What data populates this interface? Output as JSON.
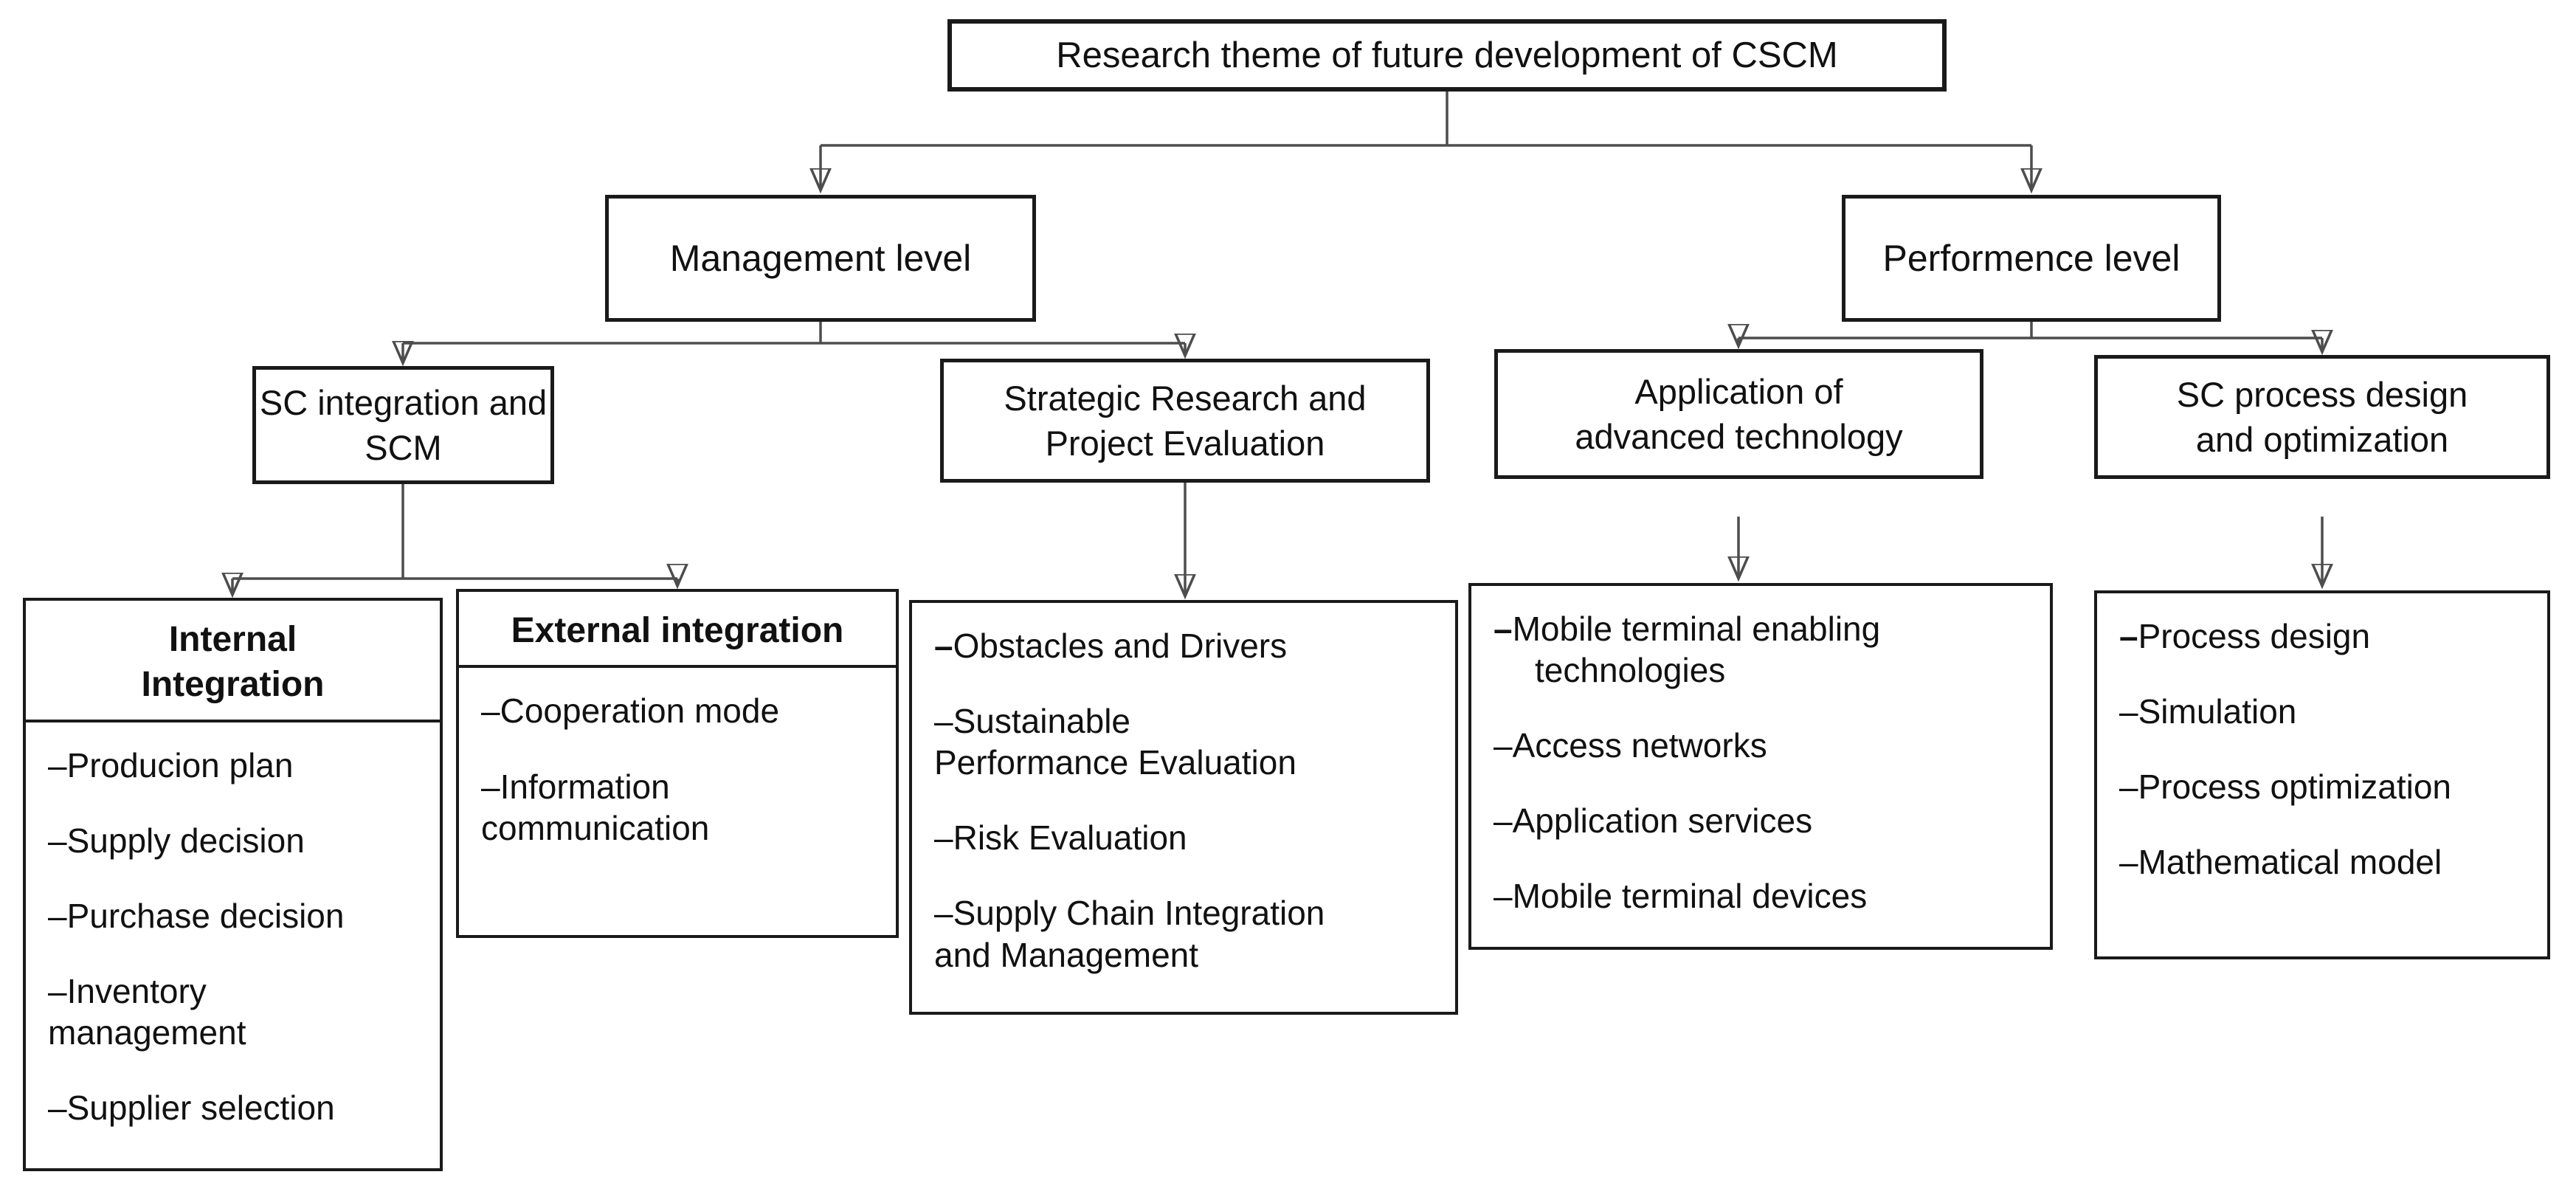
{
  "diagram": {
    "dash": "–",
    "root": {
      "label": "Research theme of future development of CSCM"
    },
    "management": {
      "label": "Management level"
    },
    "performence": {
      "label": "Performence level"
    },
    "sc_integration": {
      "label": "SC integration and\nSCM"
    },
    "strategic": {
      "label": "Strategic Research and\nProject Evaluation"
    },
    "application": {
      "label": "Application of\nadvanced technology"
    },
    "sc_process": {
      "label": "SC process design\nand optimization"
    },
    "internal_leaf": {
      "header": "Internal\nIntegration",
      "items": [
        "Producion plan",
        "Supply decision",
        "Purchase decision",
        "Inventory\nmanagement",
        "Supplier selection"
      ]
    },
    "external_leaf": {
      "header": "External integration",
      "items": [
        "Cooperation mode",
        "Information\ncommunication"
      ]
    },
    "strategic_leaf": {
      "items": [
        "Obstacles and Drivers",
        "Sustainable\nPerformance Evaluation",
        "Risk Evaluation",
        "Supply Chain Integration\nand Management"
      ]
    },
    "application_leaf": {
      "items": [
        "Mobile terminal enabling\ntechnologies",
        "Access networks",
        "Application services",
        "Mobile terminal devices"
      ]
    },
    "sc_process_leaf": {
      "items": [
        "Process design",
        "Simulation",
        "Process optimization",
        "Mathematical model"
      ]
    }
  }
}
